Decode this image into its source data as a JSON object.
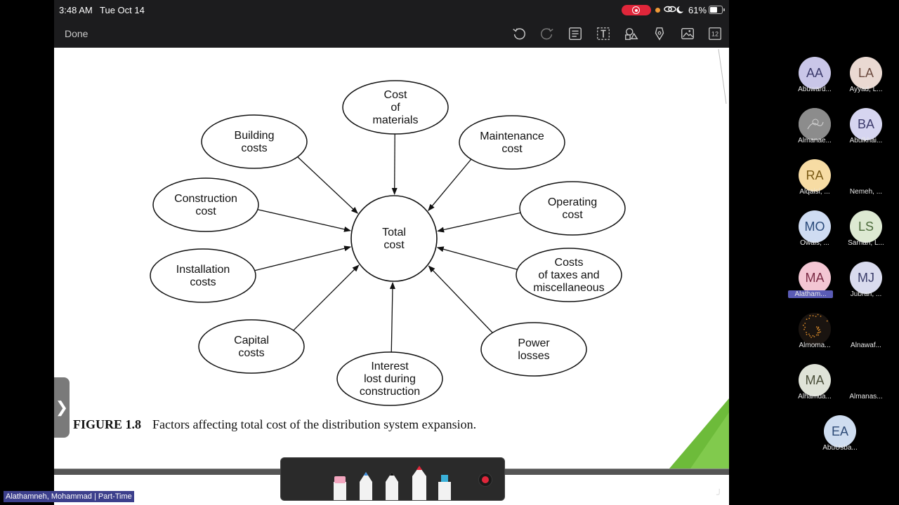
{
  "status_bar": {
    "time": "3:48 AM",
    "date": "Tue Oct 14",
    "battery": "61%",
    "battery_level": 0.61
  },
  "toolbar": {
    "done_label": "Done",
    "page_count": "12"
  },
  "diagram": {
    "center": [
      "Total",
      "cost"
    ],
    "nodes": [
      {
        "id": "cost-of-materials",
        "lines": [
          "Cost",
          "of",
          "materials"
        ]
      },
      {
        "id": "maintenance-cost",
        "lines": [
          "Maintenance",
          "cost"
        ]
      },
      {
        "id": "operating-cost",
        "lines": [
          "Operating",
          "cost"
        ]
      },
      {
        "id": "costs-of-taxes",
        "lines": [
          "Costs",
          "of taxes and",
          "miscellaneous"
        ]
      },
      {
        "id": "power-losses",
        "lines": [
          "Power",
          "losses"
        ]
      },
      {
        "id": "interest-lost",
        "lines": [
          "Interest",
          "lost during",
          "construction"
        ]
      },
      {
        "id": "capital-costs",
        "lines": [
          "Capital",
          "costs"
        ]
      },
      {
        "id": "installation-costs",
        "lines": [
          "Installation",
          "costs"
        ]
      },
      {
        "id": "construction-cost",
        "lines": [
          "Construction",
          "cost"
        ]
      },
      {
        "id": "building-costs",
        "lines": [
          "Building",
          "costs"
        ]
      }
    ]
  },
  "caption": {
    "label": "FIGURE 1.8",
    "text": "Factors affecting total cost of the distribution system expansion."
  },
  "participants": [
    {
      "initials": "AA",
      "name": "Abuward...",
      "bg": "#c9c6e8",
      "fg": "#3b3a6b"
    },
    {
      "initials": "LA",
      "name": "Ayyad, L...",
      "bg": "#ead9d2",
      "fg": "#6b4a3e"
    },
    {
      "initials": "",
      "name": "Almanae...",
      "bg": "#8a8a8a",
      "fg": "#fff",
      "image": "photo"
    },
    {
      "initials": "BA",
      "name": "Abulkhai...",
      "bg": "#d6d5f0",
      "fg": "#3b3a6b"
    },
    {
      "initials": "RA",
      "name": "Alqaisi, ...",
      "bg": "#f7dca4",
      "fg": "#7a5a14"
    },
    {
      "initials": "",
      "name": "Nemeh, ...",
      "bg": "#000",
      "fg": "#fff",
      "image": "none"
    },
    {
      "initials": "MO",
      "name": "Owais, ...",
      "bg": "#cfdcf2",
      "fg": "#2a4a7a"
    },
    {
      "initials": "LS",
      "name": "Sarhan, L...",
      "bg": "#dde9d2",
      "fg": "#4a6a3a"
    },
    {
      "initials": "MA",
      "name": "Alatham...",
      "bg": "#f3c6d3",
      "fg": "#7a2a44",
      "active": true
    },
    {
      "initials": "MJ",
      "name": "Jubran, ...",
      "bg": "#d9dbee",
      "fg": "#3a3d6a"
    },
    {
      "initials": "",
      "name": "Almoma...",
      "bg": "#1a1410",
      "fg": "#fff",
      "image": "sparkle"
    },
    {
      "initials": "",
      "name": "Alnawaf...",
      "bg": "#000",
      "fg": "#fff",
      "image": "none"
    },
    {
      "initials": "MA",
      "name": "Alhamda...",
      "bg": "#dfe3d8",
      "fg": "#4a4f3a"
    },
    {
      "initials": "",
      "name": "Almanas...",
      "bg": "#000",
      "fg": "#fff",
      "image": "none"
    },
    {
      "initials": "EA",
      "name": "AbuUsba...",
      "bg": "#cfddf0",
      "fg": "#2d4a76"
    }
  ],
  "self_view": {
    "name": "Alathamneh, Mohammad | Part-Time"
  },
  "colors": {
    "record": "#e0263a",
    "active_name": "#5a5bb5",
    "green_strip": "#6dbb3a"
  },
  "icons": [
    "undo-icon",
    "redo-icon",
    "text-format-icon",
    "text-box-icon",
    "shapes-icon",
    "pen-tool-icon",
    "image-icon",
    "pages-icon"
  ]
}
